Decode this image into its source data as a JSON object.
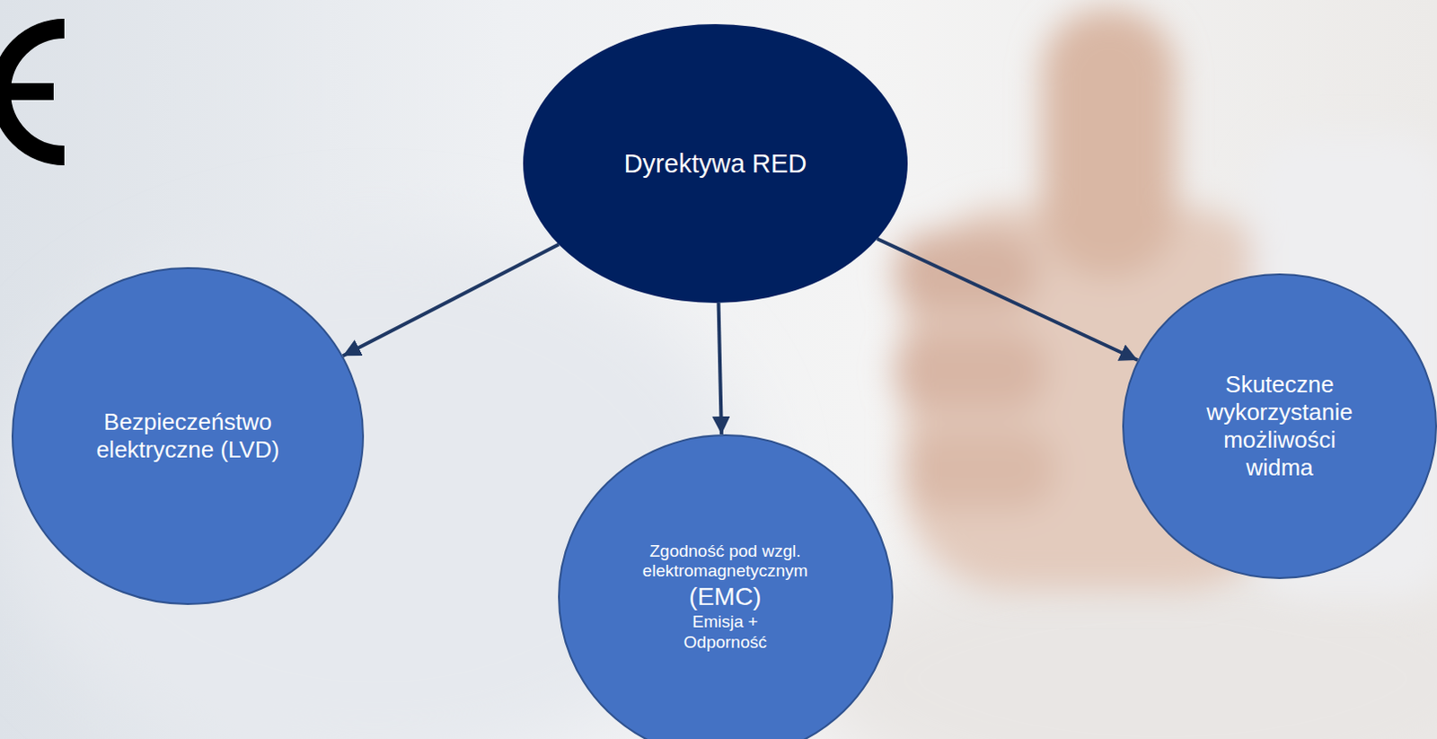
{
  "diagram": {
    "nodes": [
      {
        "text": [
          "Dyrektywa RED"
        ]
      },
      {
        "text": [
          "Bezpieczeństwo elektryczne (LVD)"
        ]
      },
      {
        "text": [
          "Zgodność pod wzgl. elektromagnetycznym",
          "(EMC)",
          "Emisja + Odporność"
        ]
      },
      {
        "text": [
          "Skuteczne wykorzystanie możliwości widma"
        ]
      }
    ],
    "edges": [
      {
        "from": 0,
        "to": 1,
        "arrow": "to"
      },
      {
        "from": 0,
        "to": 2,
        "arrow": "to"
      },
      {
        "from": 0,
        "to": 3,
        "arrow": "to"
      }
    ]
  }
}
